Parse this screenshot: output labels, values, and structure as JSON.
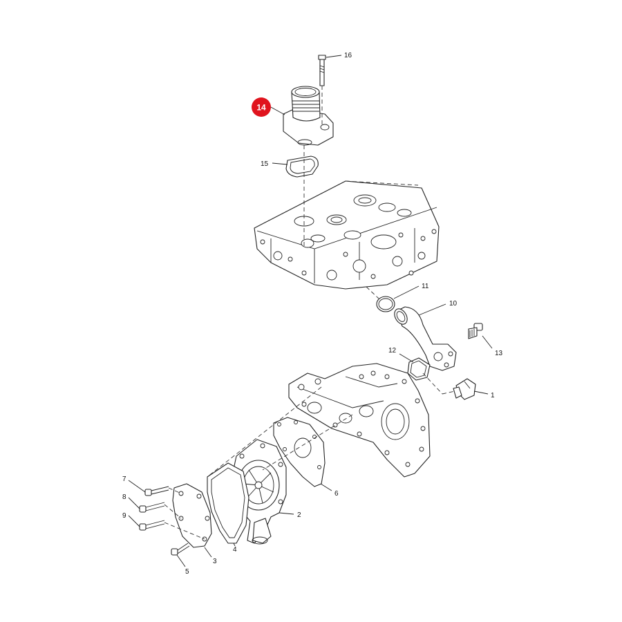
{
  "highlight": {
    "label": "14",
    "color": "#e0141e"
  },
  "callouts": [
    {
      "id": "1",
      "label": "1"
    },
    {
      "id": "2",
      "label": "2"
    },
    {
      "id": "3",
      "label": "3"
    },
    {
      "id": "4",
      "label": "4"
    },
    {
      "id": "5",
      "label": "5"
    },
    {
      "id": "6",
      "label": "6"
    },
    {
      "id": "7",
      "label": "7"
    },
    {
      "id": "8",
      "label": "8"
    },
    {
      "id": "9",
      "label": "9"
    },
    {
      "id": "10",
      "label": "10"
    },
    {
      "id": "11",
      "label": "11"
    },
    {
      "id": "12",
      "label": "12"
    },
    {
      "id": "13",
      "label": "13"
    },
    {
      "id": "15",
      "label": "15"
    },
    {
      "id": "16",
      "label": "16"
    }
  ]
}
